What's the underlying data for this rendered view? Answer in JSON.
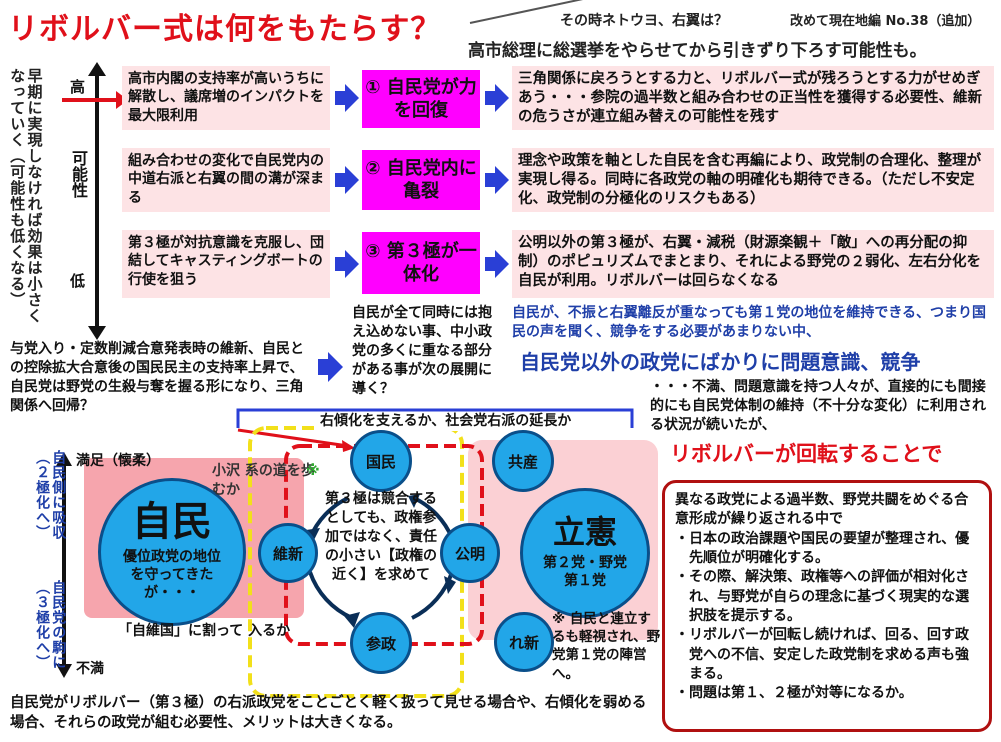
{
  "header": {
    "title": "リボルバー式は何をもたらす？",
    "top_note": "その時ネトウヨ、右翼は？",
    "top_ref": "改めて現在地編 No.38（追加）",
    "top_sub": "高市総理に総選挙をやらせてから引きずり下ろす可能性も。"
  },
  "left_axis": {
    "vertical_text": "早期に実現しなければ効果は小さくなっていく（可能性も低くなる）",
    "high": "高",
    "mid": "可能性",
    "low": "低"
  },
  "rows": [
    {
      "cause": "高市内閣の支持率が高いうちに解散し、議席増のインパクトを最大限利用",
      "result": "① 自民党が力を回復",
      "outcome": "三角関係に戻ろうとする力と、リボルバー式が残ろうとする力がせめぎあう・・・参院の過半数と組み合わせの正当性を獲得する必要性、維新の危うさが連立組み替えの可能性を残す"
    },
    {
      "cause": "組み合わせの変化で自民党内の中道右派と右翼の間の溝が深まる",
      "result": "② 自民党内に亀裂",
      "outcome": "理念や政策を軸とした自民を含む再編により、政党制の合理化、整理が実現し得る。同時に各政党の軸の明確化も期待できる。（ただし不安定化、政党制の分極化のリスクもある）"
    },
    {
      "cause": "第３極が対抗意識を克服し、団結してキャスティングボートの行使を狙う",
      "result": "③ 第３極が一体化",
      "outcome": "公明以外の第３極が、右翼・減税（財源楽観＋「敵」への再分配の抑制）のポピュリズムでまとまり、それによる野党の２弱化、左右分化を自民が利用。リボルバーは回らなくなる"
    }
  ],
  "mid_section": {
    "note_center": "自民が全て同時には抱え込めない事、中小政党の多くに重なる部分がある事が次の展開に導く？",
    "note_left": "与党入り・定数削減合意発表時の維新、自民との控除拡大合意後の国民民主の支持率上昇で、自民党は野党の生殺与奪を握る形になり、三角関係へ回帰？",
    "note_right_blue": "自民が、不振と右翼離反が重なっても第１党の地位を維持できる、つまり国民の声を聞く、競争をする必要があまりない中、",
    "note_right_big": "自民党以外の政党にばかりに問題意識、競争",
    "note_right_small": "・・・不満、問題意識を持つ人々が、直接的にも間接的にも自民党体制の維持（不十分な変化）に利用される状況が続いたが、",
    "note_right_red": "リボルバーが回転することで"
  },
  "diagram": {
    "bracket_label": "右傾化を支えるか、社会党右派の延長か",
    "satisfied": "満足（懐柔）",
    "unsatisfied": "不満",
    "left_vert_1": "自民側に吸収（２極化へ）",
    "left_vert_2": "自民党の駒に（３極化へ）",
    "ozawa": "小沢 系の道を歩むか",
    "ozawa_mark": "※",
    "jimin_big": "自民",
    "jimin_sub": "優位政党の地位を守ってきたが・・・",
    "nippon_ishin": "「自維国」に割って 入るか",
    "center_text": "第３極は競合するとしても、政権参加ではなく、責任の小さい【政権の近く】を求めて",
    "kokumin": "国民",
    "ishin": "維新",
    "komei": "公明",
    "sansei": "参政",
    "kyosan": "共産",
    "reiwa": "れ新",
    "rikken_big": "立憲",
    "rikken_sub": "第２党・野党第１党",
    "note_green": "※ 自民と連立するも軽視され、野党第１党の陣営へ。",
    "colors": {
      "circle": "#22a6e8",
      "jimin_bg": "#f6a5ad",
      "rikken_bg": "#fbd0d4",
      "yellow_dash": "#f2e01a",
      "red_dash": "#e0101a",
      "bracket": "#2a3fd6"
    }
  },
  "bottom_left": "自民党がリボルバー（第３極）の右派政党をことごとく軽く扱って見せる場合や、右傾化を弱める場合、それらの政党が組む必要性、メリットは大きくなる。",
  "bottom_right": {
    "intro": "異なる政党による過半数、野党共闘をめぐる合意形成が繰り返される中で",
    "items": [
      "・日本の政治課題や国民の要望が整理され、優先順位が明確化する。",
      "・その際、解決策、政権等への評価が相対化され、与野党が自らの理念に基づく現実的な選択肢を提示する。",
      "・リボルバーが回転し続ければ、回る、回す政党への不信、安定した政党制を求める声も強まる。",
      "・問題は第１、２極が対等になるか。"
    ]
  }
}
